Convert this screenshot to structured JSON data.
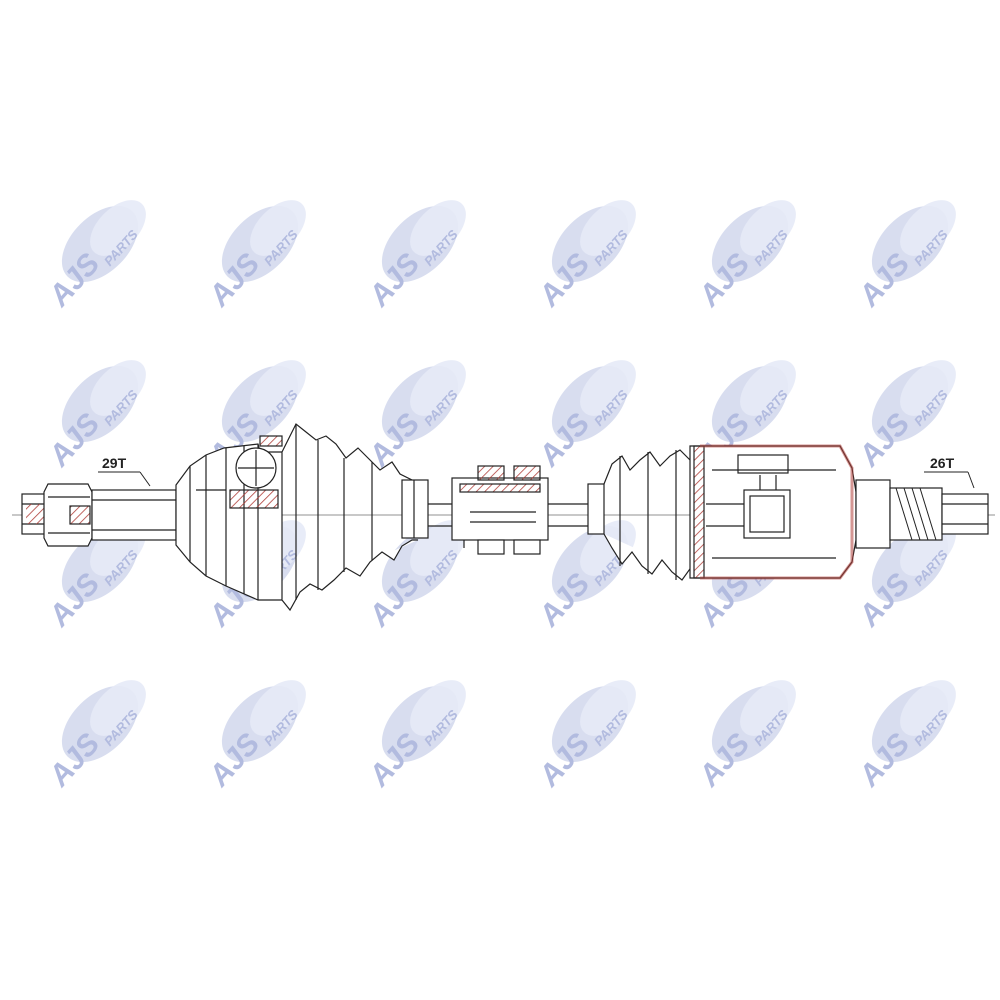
{
  "diagram": {
    "left_end_spline": "29T",
    "right_end_spline": "26T"
  },
  "watermark": {
    "logo_text": "AJS",
    "logo_subtext": "PARTS",
    "color": "#c5cde8"
  },
  "colors": {
    "line": "#222222",
    "hatch": "#b0403a",
    "background": "#ffffff"
  }
}
